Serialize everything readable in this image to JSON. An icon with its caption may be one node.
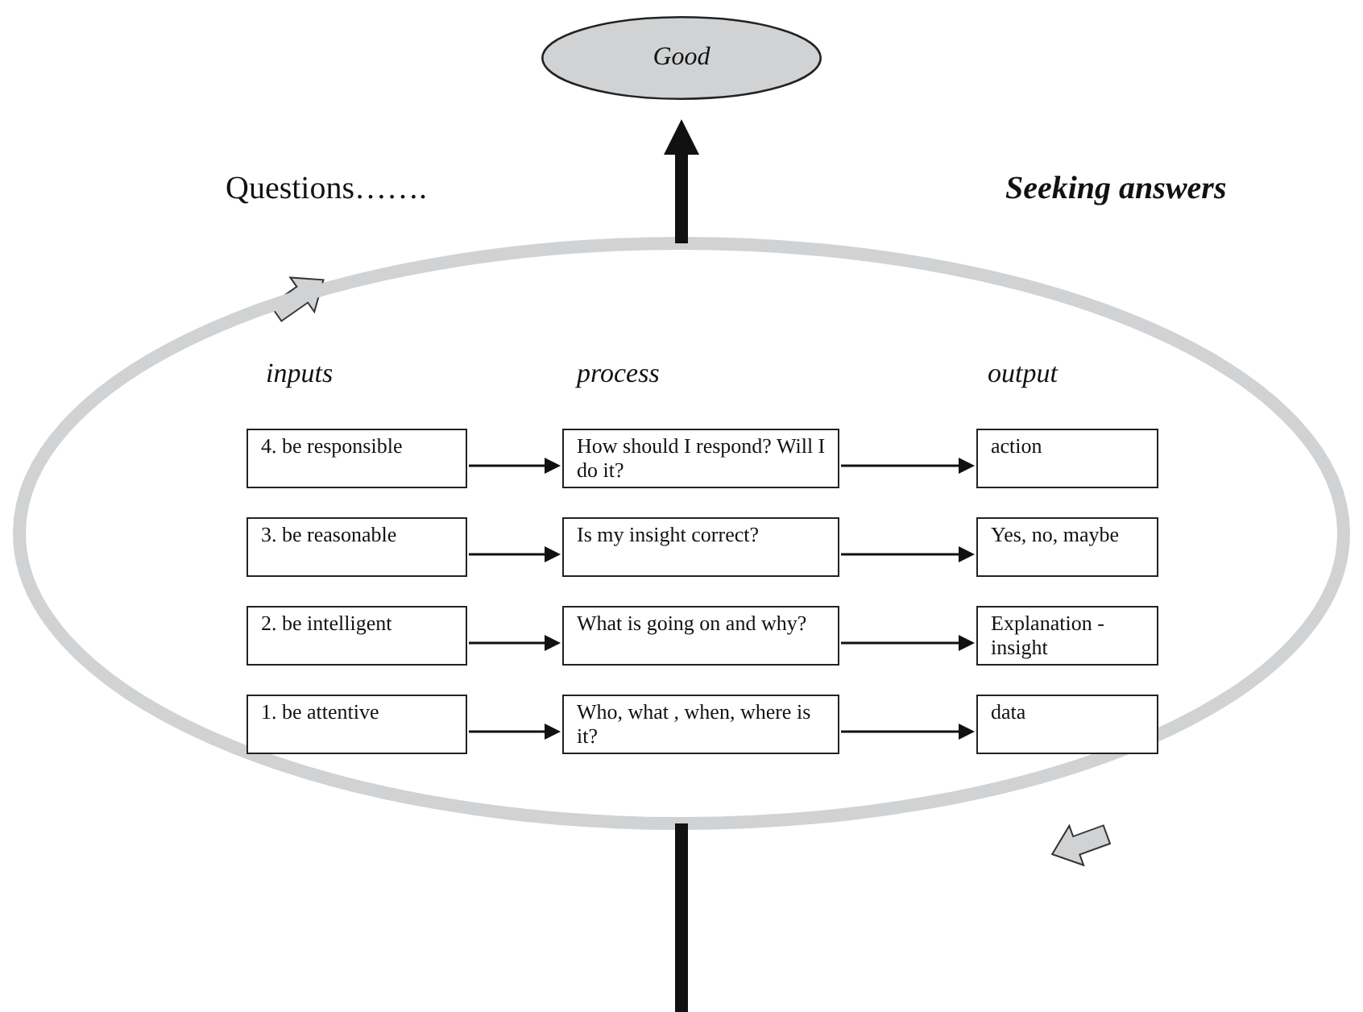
{
  "diagram": {
    "nodes": [
      {
        "text": [
          "Good"
        ]
      },
      {
        "text": [],
        "shape": "ellipse"
      },
      {
        "text": [
          "4. be responsible"
        ],
        "in": 1
      },
      {
        "text": [
          "How should I respond? Will I do it?"
        ],
        "in": 1
      },
      {
        "text": [
          "action"
        ],
        "in": 1
      },
      {
        "text": [
          "3. be reasonable"
        ],
        "in": 1
      },
      {
        "text": [
          "Is my insight correct?"
        ],
        "in": 1
      },
      {
        "text": [
          "Yes, no, maybe"
        ],
        "in": 1
      },
      {
        "text": [
          "2. be intelligent"
        ],
        "in": 1
      },
      {
        "text": [
          "What is going on and why?"
        ],
        "in": 1
      },
      {
        "text": [
          "Explanation - insight"
        ],
        "in": 1
      },
      {
        "text": [
          "1. be attentive"
        ],
        "in": 1
      },
      {
        "text": [
          "Who, what , when, where is it?"
        ],
        "in": 1
      },
      {
        "text": [
          "data"
        ],
        "in": 1
      }
    ],
    "edges": [
      {
        "from": 1,
        "to": 0,
        "arrow": "to",
        "style": "thick"
      },
      {
        "from": null,
        "to": 1,
        "arrow": "none",
        "style": "thick"
      },
      {
        "from": 2,
        "to": 3,
        "arrow": "to"
      },
      {
        "from": 3,
        "to": 4,
        "arrow": "to"
      },
      {
        "from": 5,
        "to": 6,
        "arrow": "to"
      },
      {
        "from": 6,
        "to": 7,
        "arrow": "to"
      },
      {
        "from": 8,
        "to": 9,
        "arrow": "to"
      },
      {
        "from": 9,
        "to": 10,
        "arrow": "to"
      },
      {
        "from": 11,
        "to": 12,
        "arrow": "to"
      },
      {
        "from": 12,
        "to": 13,
        "arrow": "to"
      }
    ],
    "labels": [
      "Questions…….",
      "Seeking answers",
      "inputs",
      "process",
      "output"
    ]
  }
}
